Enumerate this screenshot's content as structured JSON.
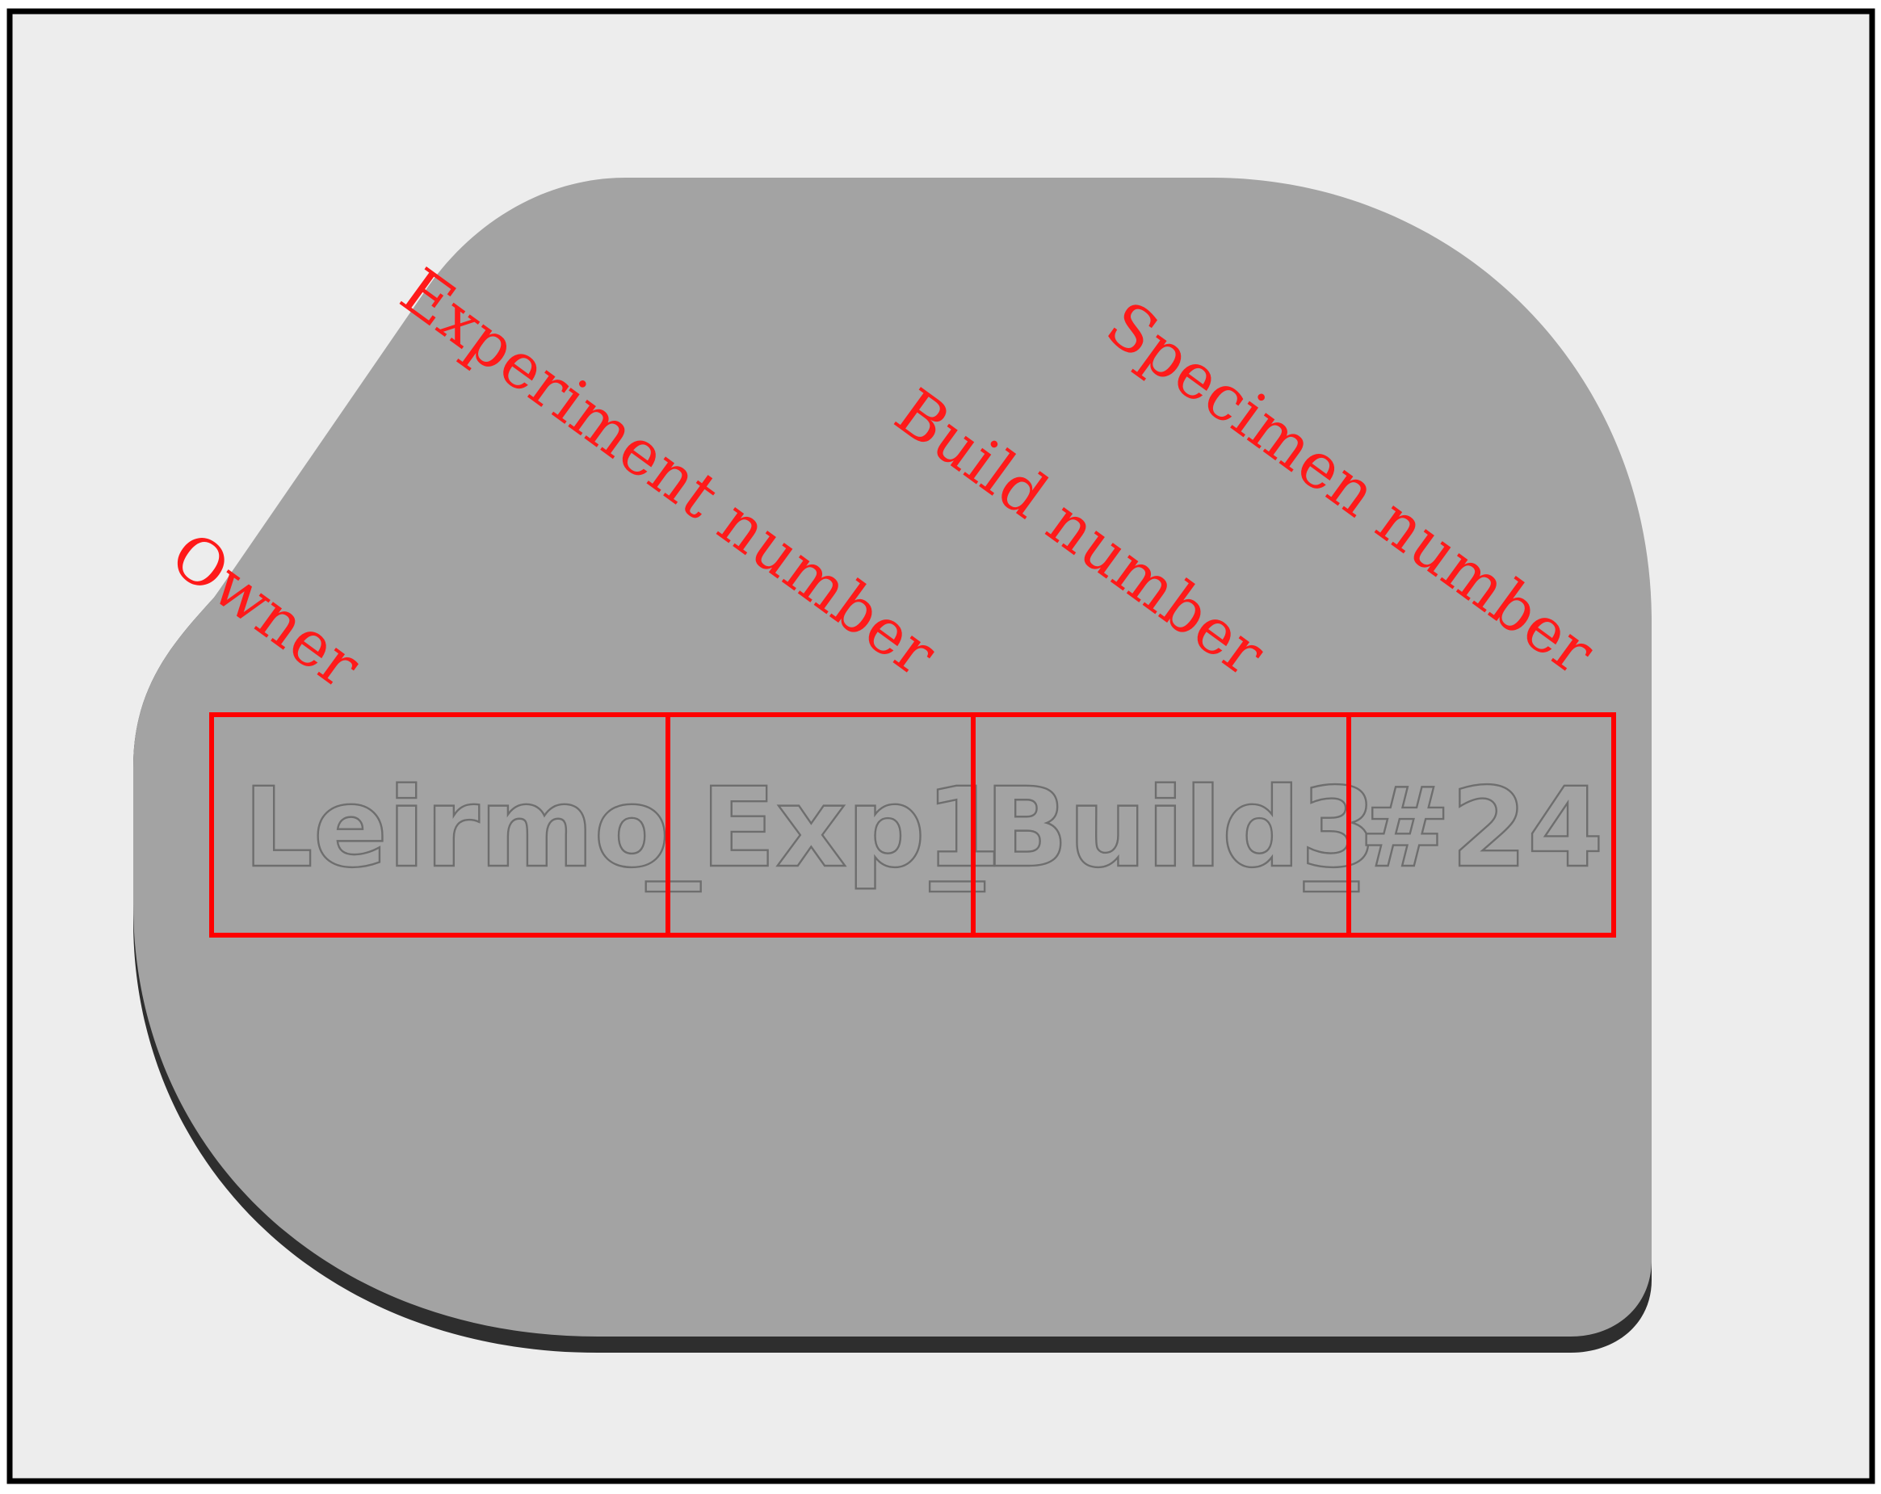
{
  "specimen": {
    "engraving_parts": [
      "Leirmo",
      "_Exp1",
      "_Build3",
      "_#24"
    ],
    "field_labels": {
      "owner": "Owner",
      "experiment": "Experiment number",
      "build": "Build number",
      "specimen": "Specimen number"
    }
  },
  "colors": {
    "background": "#ededed",
    "plate": "#a3a3a3",
    "plate_edge": "#2e2e2e",
    "annotation": "#ff0000",
    "engraving_outline": "#6e6e6e"
  }
}
